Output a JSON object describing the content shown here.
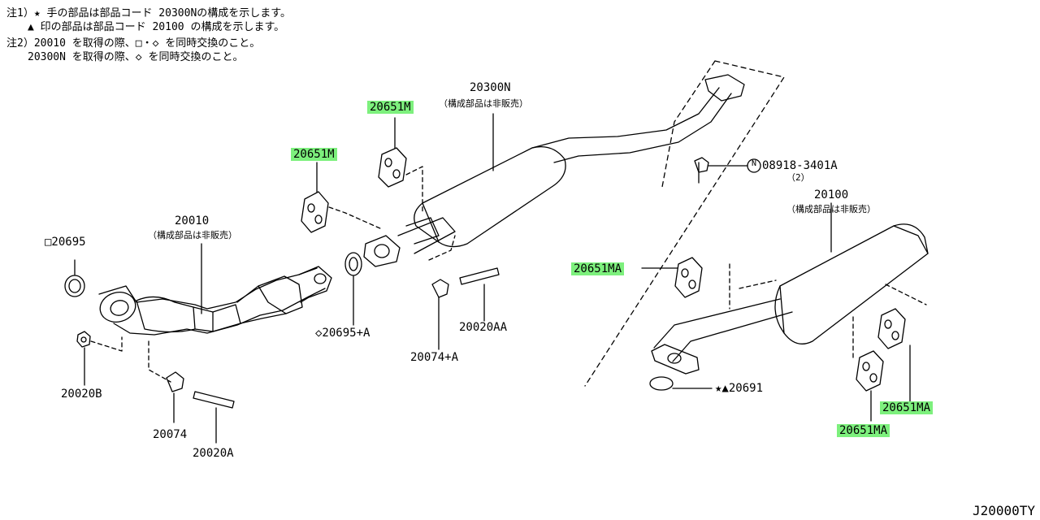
{
  "notes": [
    "注1）★ 手の部品は部品コード 20300Nの構成を示します。",
    "　　▲ 印の部品は部品コード 20100 の構成を示します。",
    "注2）20010 を取得の際、□・◇ を同時交換のこと。",
    "　　20300N を取得の際、◇ を同時交換のこと。"
  ],
  "parts": {
    "p20300N": "20300N",
    "p20300N_sub": "（構成部品は非販売）",
    "p20651M_a": "20651M",
    "p20651M_b": "20651M",
    "p20010": "20010",
    "p20010_sub": "（構成部品は非販売）",
    "p20695": "□20695",
    "p20695A": "◇20695+A",
    "p20074A": "20074+A",
    "p20020AA": "20020AA",
    "p20020B": "20020B",
    "p20074": "20074",
    "p20020A": "20020A",
    "p08918": "08918-3401A",
    "p08918_qty": "（2）",
    "p08918_mark": "N",
    "p20100": "20100",
    "p20100_sub": "（構成部品は非販売）",
    "p20651MA_a": "20651MA",
    "p20651MA_b": "20651MA",
    "p20651MA_c": "20651MA",
    "p20691": "★▲20691"
  },
  "diagram_code": "J20000TY",
  "highlight_color": "#7df07d"
}
